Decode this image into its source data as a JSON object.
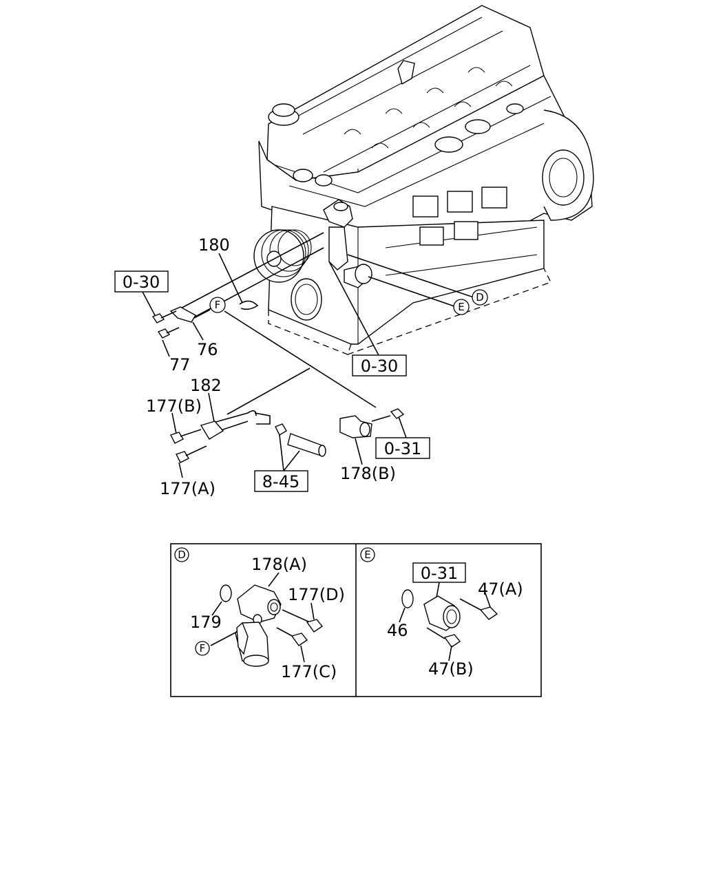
{
  "labels": {
    "p180": "180",
    "p76": "76",
    "p77": "77",
    "p182": "182",
    "p177b": "177(B)",
    "p177a": "177(A)",
    "p178b": "178(B)"
  },
  "ref_boxes": {
    "r030_left": "0-30",
    "r030_mid": "0-30",
    "r031": "0-31",
    "r845": "8-45"
  },
  "callouts": {
    "D": "D",
    "E": "E",
    "F": "F"
  },
  "detail_d": {
    "tag": "D",
    "p178a": "178(A)",
    "p177d": "177(D)",
    "p179": "179",
    "p177c": "177(C)",
    "callout_f": "F"
  },
  "detail_e": {
    "tag": "E",
    "ref": "0-31",
    "p47a": "47(A)",
    "p46": "46",
    "p47b": "47(B)"
  }
}
